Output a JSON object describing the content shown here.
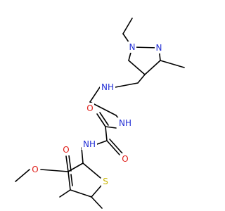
{
  "colors": {
    "N": "#2330d6",
    "O": "#e0201b",
    "S": "#c8b400",
    "C": "#000000"
  },
  "atom_labels": {
    "n_pyrazole_1": "N",
    "n_pyrazole_2": "N",
    "nh_amine": "NH",
    "nh_amide_1": "NH",
    "nh_amide_2": "NH",
    "o_amide_1": "O",
    "o_amide_2": "O",
    "o_ester_carbonyl": "O",
    "o_ester_ether": "O",
    "s_thiophene": "S"
  }
}
